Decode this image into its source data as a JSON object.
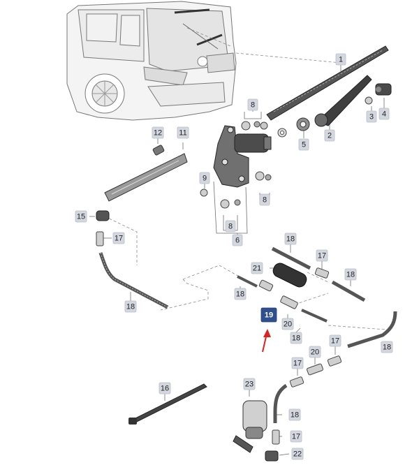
{
  "callouts": [
    {
      "id": "1",
      "label": "1"
    },
    {
      "id": "2",
      "label": "2"
    },
    {
      "id": "3",
      "label": "3"
    },
    {
      "id": "4",
      "label": "4"
    },
    {
      "id": "5",
      "label": "5"
    },
    {
      "id": "6",
      "label": "6"
    },
    {
      "id": "8a",
      "label": "8"
    },
    {
      "id": "8b",
      "label": "8"
    },
    {
      "id": "8c",
      "label": "8"
    },
    {
      "id": "9",
      "label": "9"
    },
    {
      "id": "11",
      "label": "11"
    },
    {
      "id": "12",
      "label": "12"
    },
    {
      "id": "15",
      "label": "15"
    },
    {
      "id": "16",
      "label": "16"
    },
    {
      "id": "17a",
      "label": "17"
    },
    {
      "id": "17b",
      "label": "17"
    },
    {
      "id": "17c",
      "label": "17"
    },
    {
      "id": "17d",
      "label": "17"
    },
    {
      "id": "17e",
      "label": "17"
    },
    {
      "id": "18a",
      "label": "18"
    },
    {
      "id": "18b",
      "label": "18"
    },
    {
      "id": "18c",
      "label": "18"
    },
    {
      "id": "18d",
      "label": "18"
    },
    {
      "id": "18e",
      "label": "18"
    },
    {
      "id": "18f",
      "label": "18"
    },
    {
      "id": "18g",
      "label": "18"
    },
    {
      "id": "19",
      "label": "19",
      "highlight": true
    },
    {
      "id": "20a",
      "label": "20"
    },
    {
      "id": "20b",
      "label": "20"
    },
    {
      "id": "21",
      "label": "21"
    },
    {
      "id": "22",
      "label": "22"
    },
    {
      "id": "23",
      "label": "23"
    }
  ],
  "colors": {
    "callout_fill": "#d3d8e0",
    "highlight_fill": "#2f4f8f",
    "arrow": "#e02020",
    "part_dark": "#3a3a3a",
    "part_mid": "#8c8c8c",
    "part_light": "#c8c8c8"
  },
  "pointer": {
    "target": "19",
    "color": "arrow"
  }
}
